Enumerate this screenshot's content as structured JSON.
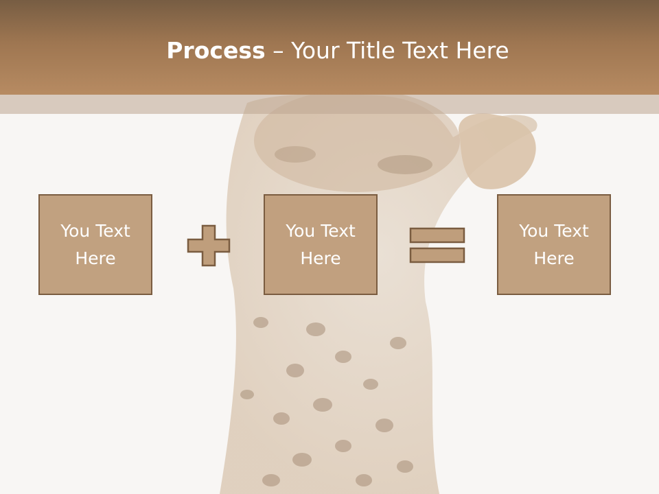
{
  "slide": {
    "title_bold": "Process",
    "title_rest": " – Your Title Text Here",
    "boxes": [
      {
        "text": "You Text Here"
      },
      {
        "text": "You Text Here"
      },
      {
        "text": "You Text Here"
      }
    ],
    "operators": [
      "plus-icon",
      "equals-icon"
    ],
    "background_image": "leopard-cub-photo"
  },
  "colors": {
    "title_bar": "#9e7651",
    "box_fill": "#bf9e7c",
    "box_border": "#7a5c40",
    "text": "#ffffff",
    "background": "#f8f6f4"
  }
}
